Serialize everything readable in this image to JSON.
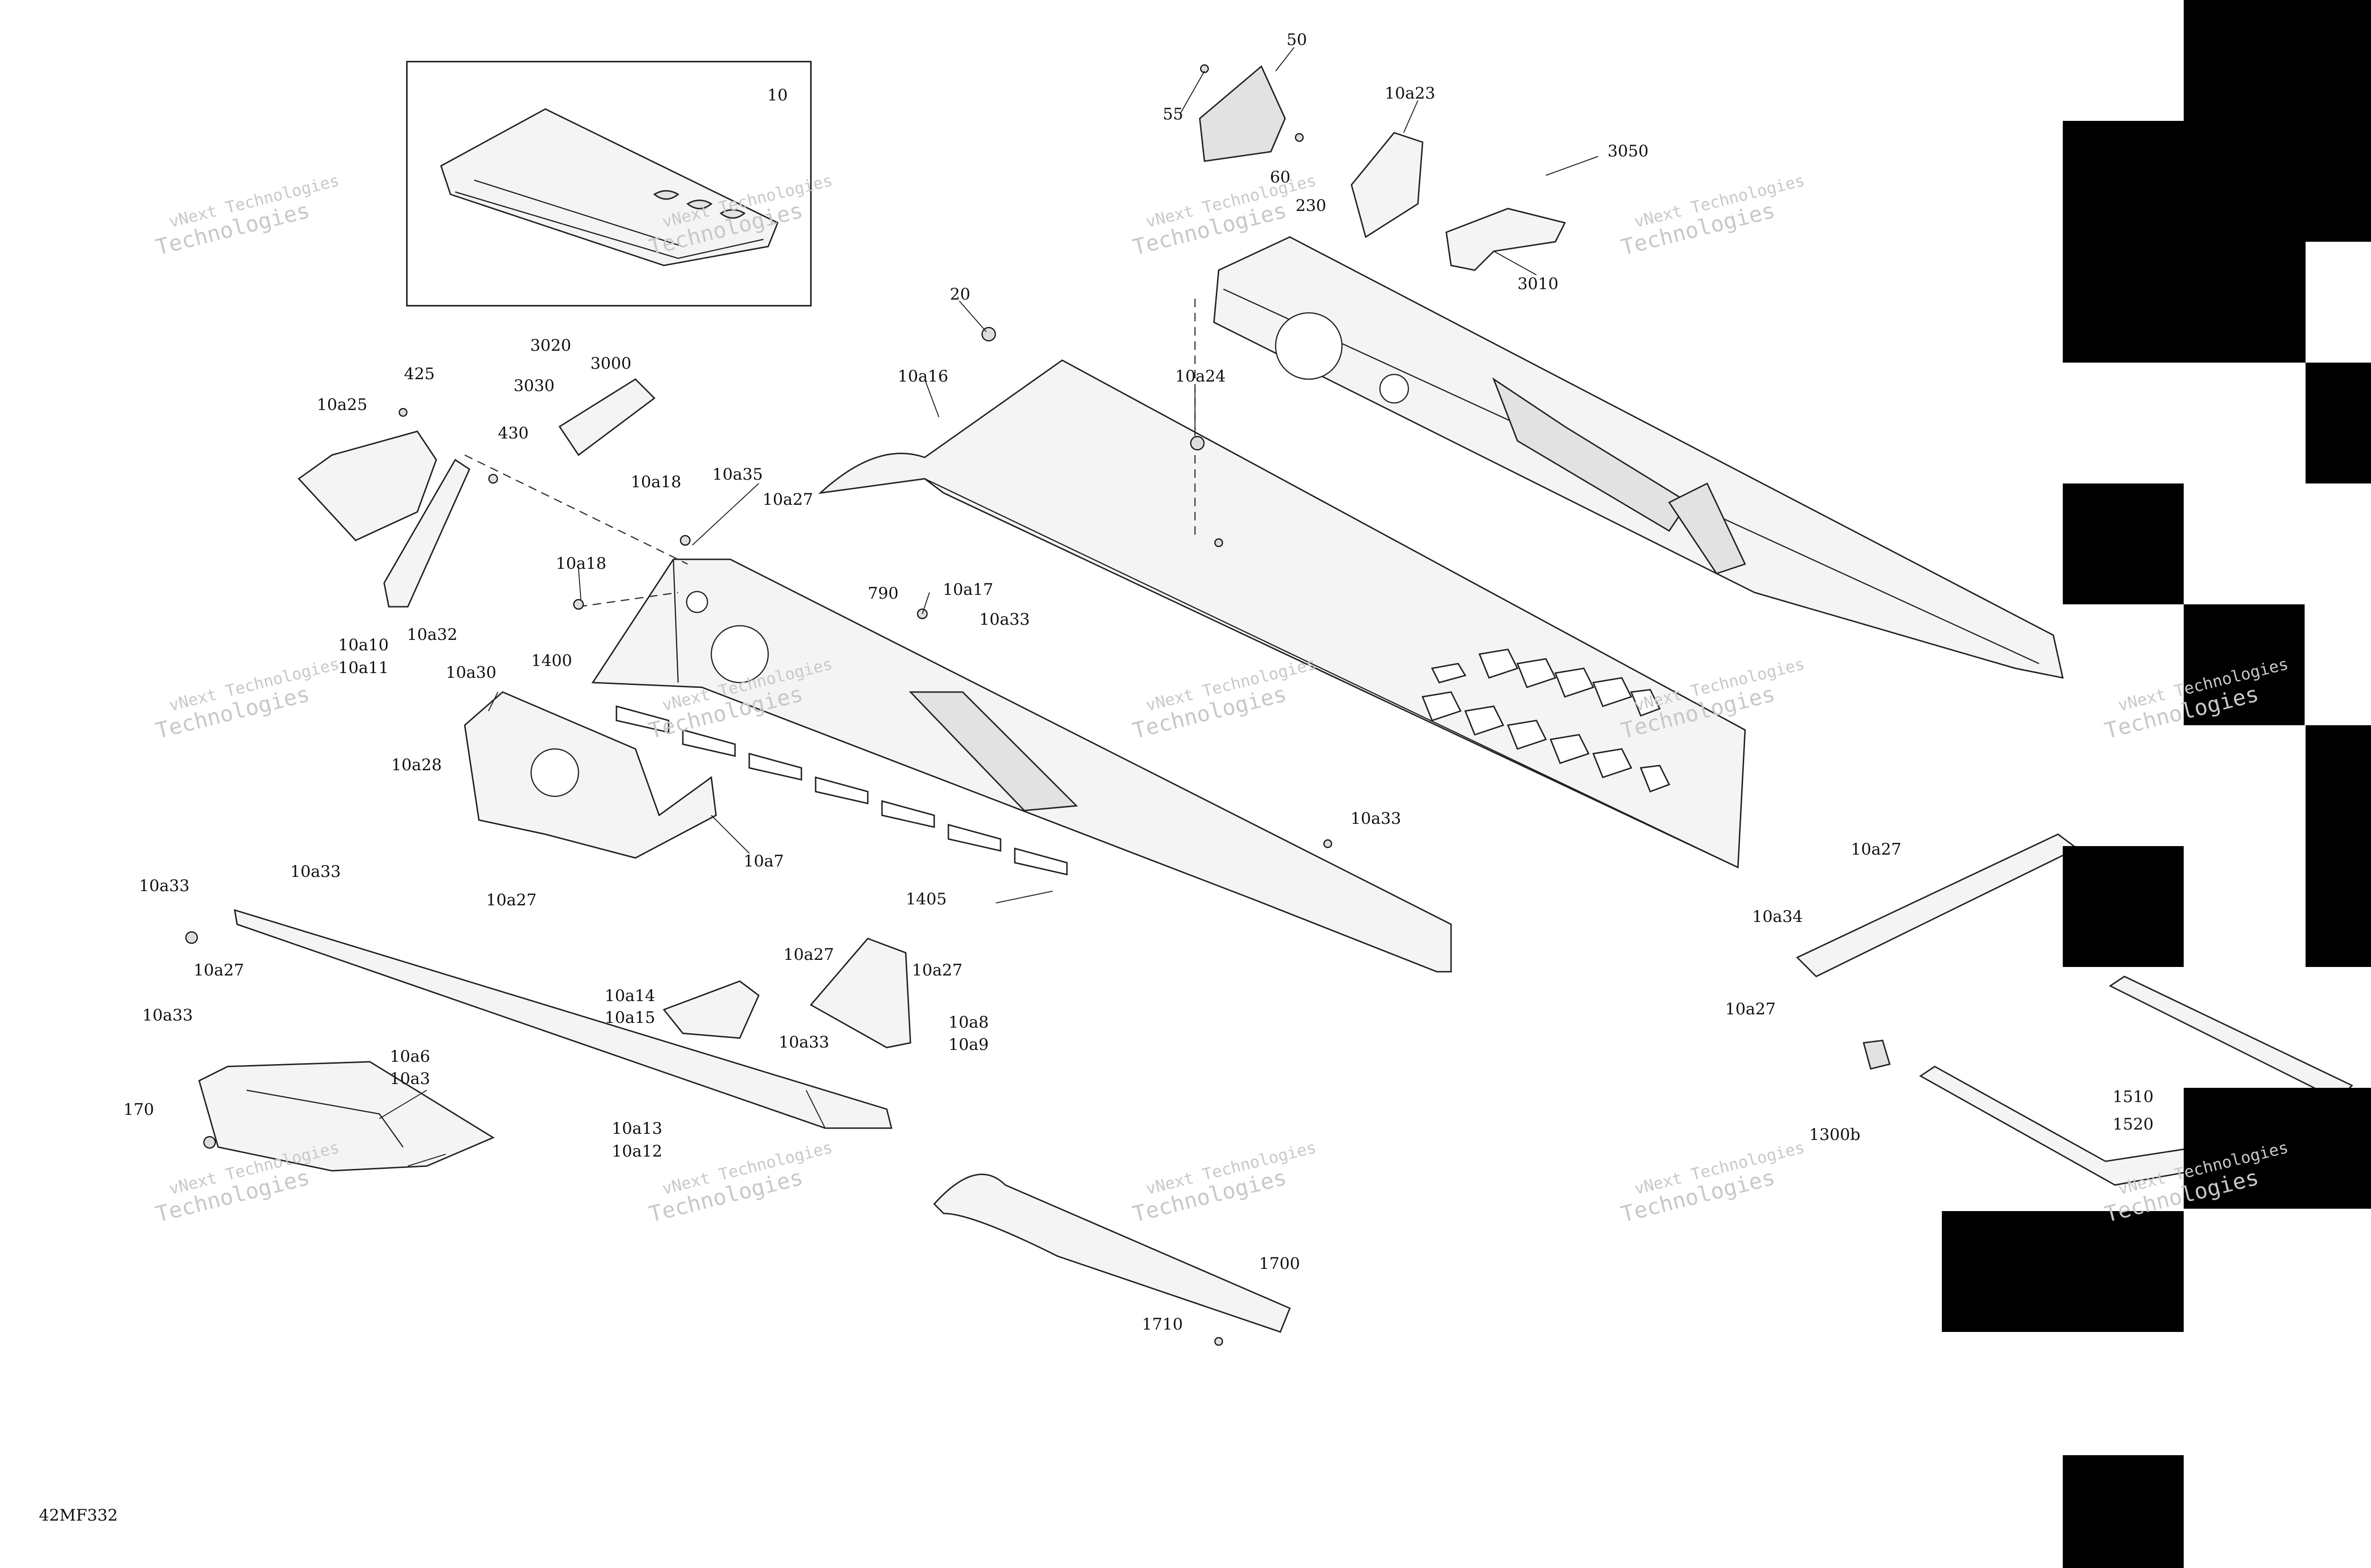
{
  "drawing_code": "42MF332",
  "watermark": {
    "line1": "vNext Technologies",
    "line2": "Technologies"
  },
  "callouts": {
    "c10": "10",
    "c50": "50",
    "c55": "55",
    "c60": "60",
    "c230": "230",
    "c10a23": "10a23",
    "c3050": "3050",
    "c3010": "3010",
    "c20": "20",
    "c10a16": "10a16",
    "c10a24": "10a24",
    "c425": "425",
    "c10a25": "10a25",
    "c3020": "3020",
    "c3000": "3000",
    "c3030": "3030",
    "c430": "430",
    "c10a35": "10a35",
    "c10a18a": "10a18",
    "c10a27a": "10a27",
    "c10a18b": "10a18",
    "c790": "790",
    "c10a17": "10a17",
    "c10a33a": "10a33",
    "c10a10": "10a10",
    "c10a11": "10a11",
    "c10a32": "10a32",
    "c10a30": "10a30",
    "c1400": "1400",
    "c10a28": "10a28",
    "c10a7": "10a7",
    "c10a27b": "10a27",
    "c1405": "1405",
    "c10a33b": "10a33",
    "c10a33c": "10a33",
    "c10a33d": "10a33",
    "c10a27c": "10a27",
    "c10a33e": "10a33",
    "c10a6": "10a6",
    "c10a3": "10a3",
    "c170": "170",
    "c10a27d": "10a27",
    "c10a27e": "10a27",
    "c10a14": "10a14",
    "c10a15": "10a15",
    "c10a8": "10a8",
    "c10a9": "10a9",
    "c10a33f": "10a33",
    "c10a13": "10a13",
    "c10a12": "10a12",
    "c10a27f": "10a27",
    "c10a34": "10a34",
    "c10a27g": "10a27",
    "c1300b": "1300b",
    "c1510": "1510",
    "c1520": "1520",
    "c1700": "1700",
    "c1710": "1710"
  }
}
